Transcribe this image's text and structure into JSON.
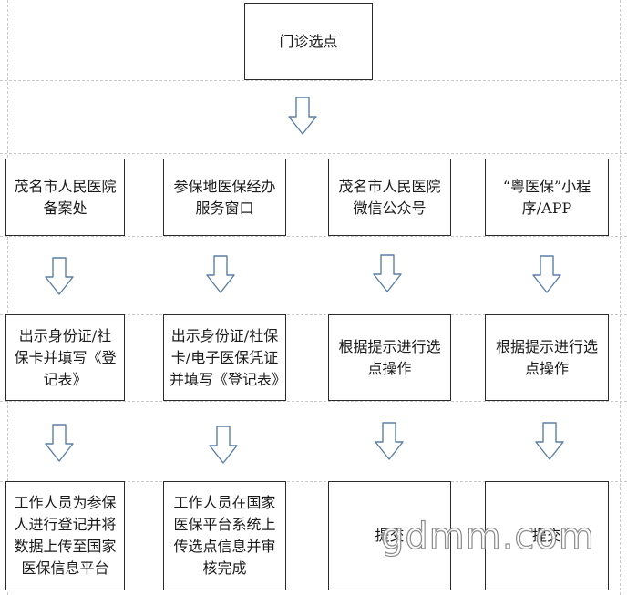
{
  "diagram": {
    "top_node": "门诊选点",
    "columns": [
      {
        "channel": "茂名市人民医院备案处",
        "step1": "出示身份证/社保卡并填写《登记表》",
        "step2": "工作人员为参保人进行登记并将数据上传至国家医保信息平台"
      },
      {
        "channel": "参保地医保经办服务窗口",
        "step1": "出示身份证/社保卡/电子医保凭证并填写《登记表》",
        "step2": "工作人员在国家医保平台系统上传选点信息并审核完成"
      },
      {
        "channel": "茂名市人民医院微信公众号",
        "step1": "根据提示进行选点操作",
        "step2": "提交"
      },
      {
        "channel": "“粤医保”小程序/APP",
        "step1": "根据提示进行选点操作",
        "step2": "提交"
      }
    ],
    "watermark": "gdmm.com",
    "arrow_color": "#5b7fa6",
    "border_color": "#2b2b2b"
  }
}
